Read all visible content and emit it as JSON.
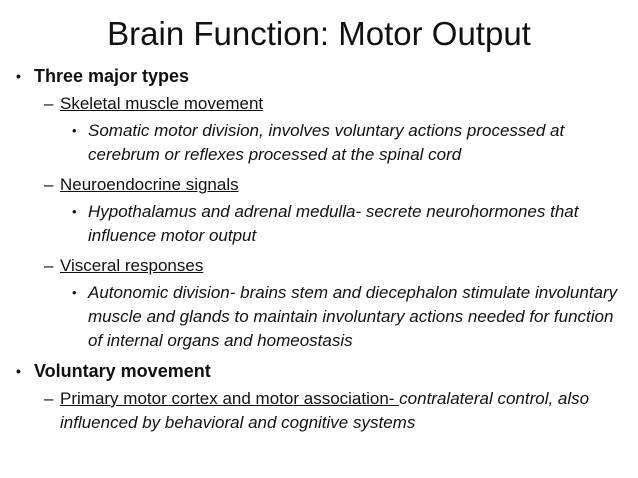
{
  "slide": {
    "title": "Brain Function: Motor Output",
    "markers": {
      "level1": "•",
      "level2": "–",
      "level3": "•"
    },
    "colors": {
      "background": "#ffffff",
      "text": "#111111"
    },
    "content": [
      {
        "level": 1,
        "style": "bold",
        "text": "Three major types"
      },
      {
        "level": 2,
        "style": "underline",
        "text": "Skeletal muscle movement"
      },
      {
        "level": 3,
        "style": "italic",
        "text": "Somatic motor division, involves voluntary actions processed at cerebrum or reflexes processed at the spinal cord"
      },
      {
        "level": 2,
        "style": "underline",
        "text": "Neuroendocrine signals"
      },
      {
        "level": 3,
        "style": "italic",
        "text": "Hypothalamus and adrenal medulla- secrete neurohormones that influence motor output"
      },
      {
        "level": 2,
        "style": "underline",
        "text": "Visceral responses"
      },
      {
        "level": 3,
        "style": "italic",
        "text": "Autonomic division- brains stem and diecephalon stimulate involuntary muscle and glands to maintain involuntary actions needed for function of internal organs and homeostasis"
      },
      {
        "level": 1,
        "style": "bold",
        "text": "Voluntary movement"
      },
      {
        "level": 2,
        "style": "underline-then-italic",
        "text_underlined": "Primary motor cortex and motor association- ",
        "text_italic": "contralateral control, also influenced by behavioral and cognitive systems"
      }
    ]
  }
}
